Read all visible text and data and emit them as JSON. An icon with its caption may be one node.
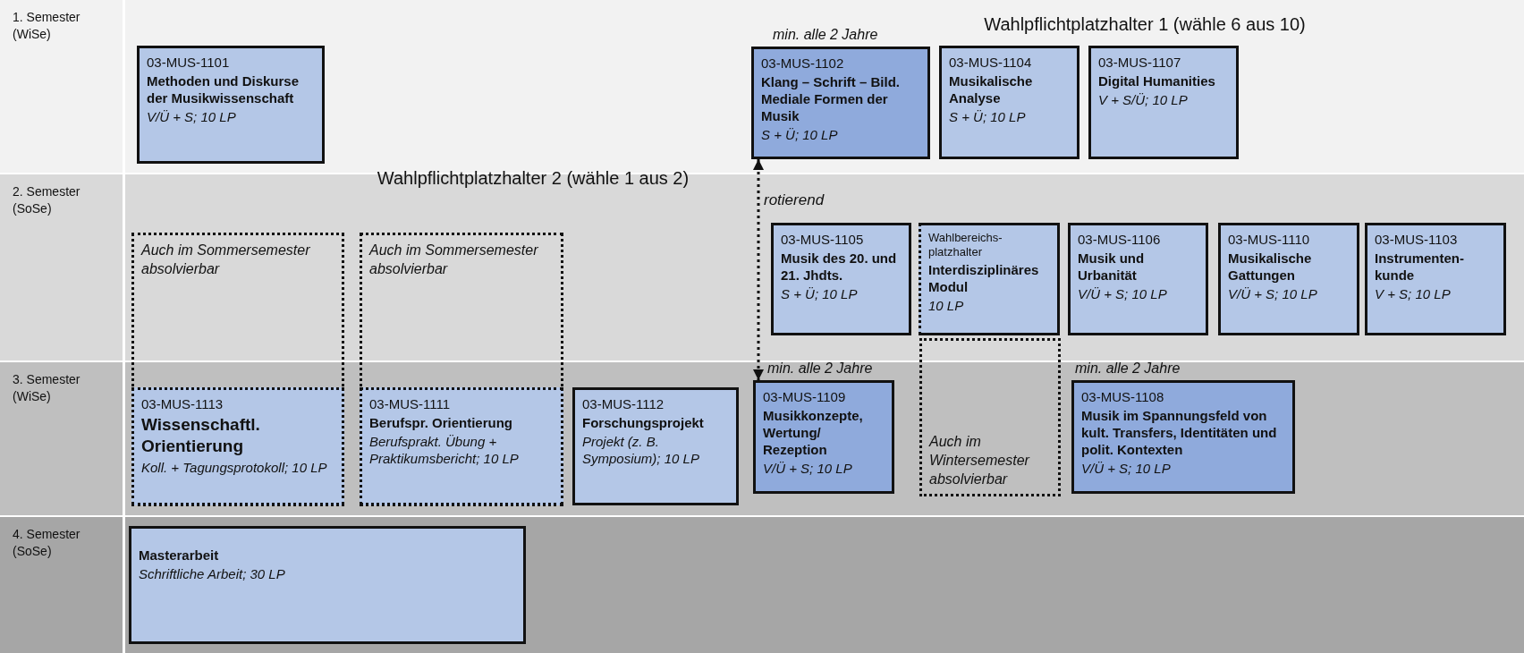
{
  "diagram": {
    "nodes": [
      {
        "text": [
          "1. Semester (WiSe)"
        ]
      },
      {
        "text": [
          "2. Semester (SoSe)"
        ]
      },
      {
        "text": [
          "3. Semester (WiSe)"
        ]
      },
      {
        "text": [
          "4. Semester (SoSe)"
        ]
      },
      {
        "text": [
          "03-MUS-1101",
          "Methoden und Diskurse der Musikwissenschaft",
          "V/Ü + S; 10 LP"
        ],
        "in": 0
      },
      {
        "text": [
          "03-MUS-1102",
          "Klang – Schrift – Bild. Mediale Formen der Musik",
          "S + Ü; 10 LP"
        ],
        "in": 0,
        "beside": [
          "min. alle 2 Jahre"
        ]
      },
      {
        "text": [
          "03-MUS-1104",
          "Musikalische Analyse",
          "S + Ü; 10 LP"
        ],
        "in": 0
      },
      {
        "text": [
          "03-MUS-1107",
          "Digital Humanities",
          "V + S/Ü; 10 LP"
        ],
        "in": 0
      },
      {
        "text": [
          "Auch im Sommersemester absolvierbar"
        ]
      },
      {
        "text": [
          "Auch im Sommersemester absolvierbar"
        ]
      },
      {
        "text": [
          "03-MUS-1105",
          "Musik des 20. und 21. Jhdts.",
          "S + Ü; 10 LP"
        ],
        "in": 1
      },
      {
        "text": [
          "Wahlbereichs-platzhalter",
          "Interdisziplinäres Modul",
          "10 LP"
        ],
        "in": 1
      },
      {
        "text": [
          "03-MUS-1106",
          "Musik und Urbanität",
          "V/Ü + S; 10 LP"
        ],
        "in": 1
      },
      {
        "text": [
          "03-MUS-1110",
          "Musikalische Gattungen",
          "V/Ü + S; 10 LP"
        ],
        "in": 1
      },
      {
        "text": [
          "03-MUS-1103",
          "Instrumenten-kunde",
          "V + S; 10 LP"
        ],
        "in": 1
      },
      {
        "text": [
          "03-MUS-1113",
          "Wissenschaftl. Orientierung",
          "Koll. + Tagungsprotokoll; 10 LP"
        ]
      },
      {
        "text": [
          "03-MUS-1111",
          "Berufspr. Orientierung",
          "Berufsprakt. Übung + Praktikumsbericht; 10 LP"
        ]
      },
      {
        "text": [
          "03-MUS-1112",
          "Forschungsprojekt",
          "Projekt (z. B. Symposium); 10 LP"
        ],
        "in": 2
      },
      {
        "text": [
          "03-MUS-1109",
          "Musikkonzepte, Wertung/ Rezeption",
          "V/Ü + S; 10 LP"
        ],
        "in": 2,
        "beside": [
          "min. alle 2 Jahre"
        ]
      },
      {
        "text": [
          "Auch im Wintersemester absolvierbar"
        ]
      },
      {
        "text": [
          "03-MUS-1108",
          "Musik im Spannungsfeld von kult. Transfers, Identitäten und polit. Kontexten",
          "V/Ü + S; 10 LP"
        ],
        "in": 2,
        "beside": [
          "min. alle 2 Jahre"
        ]
      },
      {
        "text": [
          "Masterarbeit",
          "Schriftliche Arbeit; 30 LP"
        ],
        "in": 3
      }
    ],
    "edges": [
      {
        "from": 5,
        "to": 18,
        "arrow": "both",
        "style": "dashed",
        "label": "rotierend"
      }
    ],
    "labels": [
      "Wahlpflichtplatzhalter 1 (wähle 6 aus 10)",
      "Wahlpflichtplatzhalter 2 (wähle 1 aus 2)"
    ]
  }
}
